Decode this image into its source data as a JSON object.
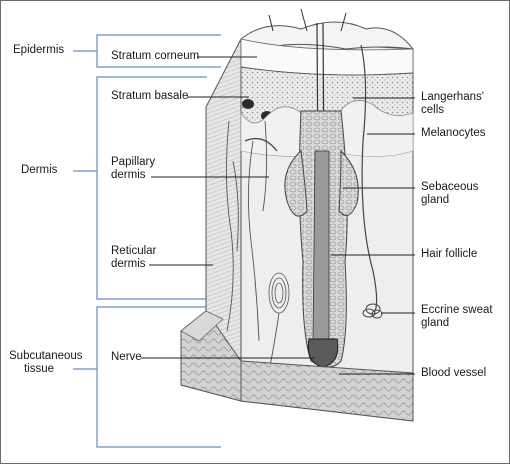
{
  "diagram": {
    "layers": {
      "epidermis": "Epidermis",
      "dermis": "Dermis",
      "subcutaneous": [
        "Subcutaneous",
        "tissue"
      ]
    },
    "left_labels": {
      "stratum_corneum": "Stratum corneum",
      "stratum_basale": "Stratum basale",
      "papillary_dermis": [
        "Papillary",
        "dermis"
      ],
      "reticular_dermis": [
        "Reticular",
        "dermis"
      ],
      "nerve": "Nerve"
    },
    "right_labels": {
      "langerhans": [
        "Langerhans'",
        "cells"
      ],
      "melanocytes": "Melanocytes",
      "sebaceous": [
        "Sebaceous",
        "gland"
      ],
      "hair_follicle": "Hair follicle",
      "eccrine": [
        "Eccrine sweat",
        "gland"
      ],
      "blood_vessel": "Blood vessel"
    }
  }
}
